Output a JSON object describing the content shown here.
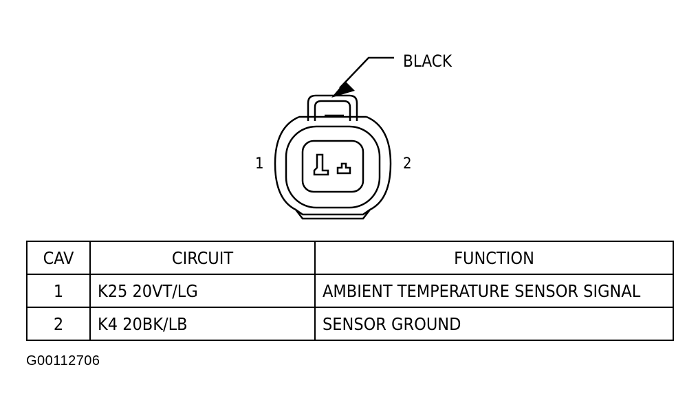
{
  "diagram": {
    "color_label": "BLACK",
    "pin_labels": [
      "1",
      "2"
    ]
  },
  "table": {
    "headers": {
      "cav": "CAV",
      "circuit": "CIRCUIT",
      "function": "FUNCTION"
    },
    "rows": [
      {
        "cav": "1",
        "circuit": "K25 20VT/LG",
        "function": "AMBIENT TEMPERATURE SENSOR SIGNAL"
      },
      {
        "cav": "2",
        "circuit": "K4 20BK/LB",
        "function": "SENSOR GROUND"
      }
    ]
  },
  "figure_id": "G00112706"
}
